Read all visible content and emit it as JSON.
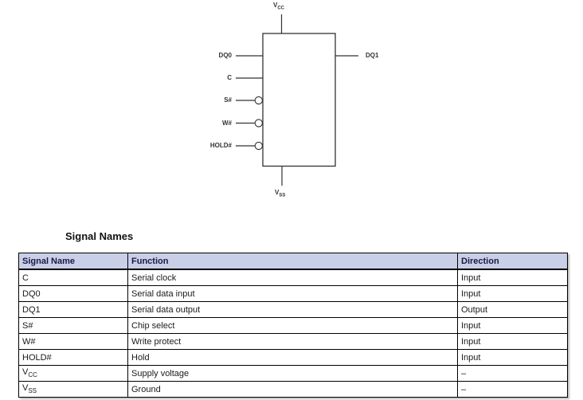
{
  "diagram": {
    "power_top": {
      "text": "V",
      "sub": "CC"
    },
    "power_bottom": {
      "text": "V",
      "sub": "SS"
    },
    "left_pins": [
      {
        "label": "DQ0",
        "bubble": false
      },
      {
        "label": "C",
        "bubble": false
      },
      {
        "label": "S#",
        "bubble": true
      },
      {
        "label": "W#",
        "bubble": true
      },
      {
        "label": "HOLD#",
        "bubble": true
      }
    ],
    "right_pins": [
      {
        "label": "DQ1"
      }
    ]
  },
  "section": {
    "heading": "Signal Names"
  },
  "table": {
    "columns": [
      "Signal Name",
      "Function",
      "Direction"
    ],
    "rows": [
      {
        "signal": "C",
        "function": "Serial clock",
        "direction": "Input"
      },
      {
        "signal": "DQ0",
        "function": "Serial data input",
        "direction": "Input"
      },
      {
        "signal": "DQ1",
        "function": "Serial data output",
        "direction": "Output"
      },
      {
        "signal": "S#",
        "function": "Chip select",
        "direction": "Input"
      },
      {
        "signal": "W#",
        "function": "Write protect",
        "direction": "Input"
      },
      {
        "signal": "HOLD#",
        "function": "Hold",
        "direction": "Input"
      },
      {
        "signal": {
          "text": "V",
          "sub": "CC"
        },
        "function": "Supply voltage",
        "direction": "–"
      },
      {
        "signal": {
          "text": "V",
          "sub": "SS"
        },
        "function": "Ground",
        "direction": "–"
      }
    ]
  },
  "colors": {
    "header_bg": "#c9cfe7",
    "header_text": "#191942",
    "line": "#333333"
  }
}
